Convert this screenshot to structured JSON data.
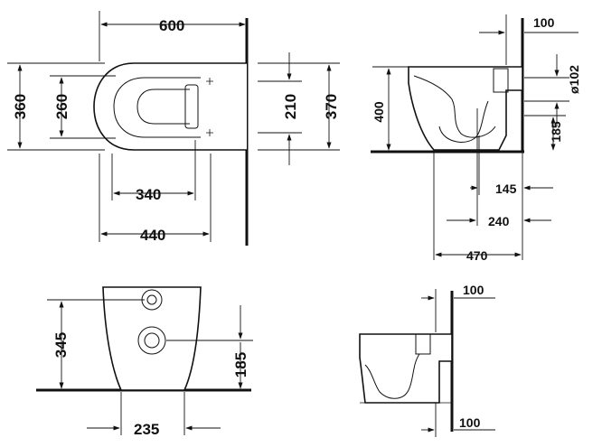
{
  "views": {
    "top": {
      "overall_width": "600",
      "overall_depth": "360",
      "seat_depth": "260",
      "fixing_spacing": "210",
      "wall_depth": "370",
      "seat_length": "340",
      "bowl_length": "440"
    },
    "side": {
      "wall_offset": "100",
      "height": "400",
      "outlet_diameter": "ø102",
      "outlet_height": "185",
      "outlet_distance": "145",
      "trap_distance": "240",
      "overall_projection": "470"
    },
    "front": {
      "height": "345",
      "outlet_height": "185",
      "base_width": "235"
    },
    "detail": {
      "wall_offset_top": "100",
      "wall_offset_bottom": "100"
    }
  }
}
